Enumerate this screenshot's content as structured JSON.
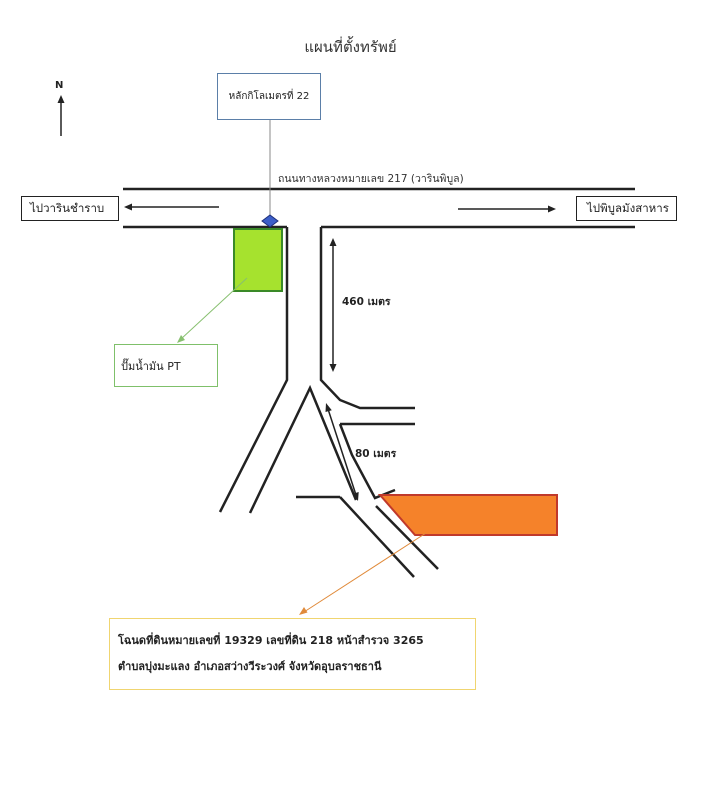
{
  "map": {
    "title": "แผนที่ตั้งทรัพย์",
    "north": "N",
    "km_marker": "หลักกิโลเมตรที่ 22",
    "road_name": "ถนนทางหลวงหมายเลข 217 (วารินพิบูล)",
    "to_left": "ไปวารินชำราบ",
    "to_right": "ไปพิบูลมังสาหาร",
    "distance_1": "460 เมตร",
    "distance_2": "80 เมตร",
    "gas_station": "ปั๊มน้ำมัน PT",
    "deed_line_1": "โฉนดที่ดินหมายเลขที่ 19329 เลขที่ดิน 218 หน้าสำรวจ 3265",
    "deed_line_2": "ตำบลบุ่งมะแลง อำเภอสว่างวีระวงศ์ จังหวัดอุบลราชธานี",
    "colors": {
      "gas_station_fill": "#a6e22e",
      "gas_station_border": "#3a8a28",
      "property_fill": "#f5822a",
      "property_border": "#c0392b",
      "km_marker_dot": "#3c5fc8"
    }
  }
}
